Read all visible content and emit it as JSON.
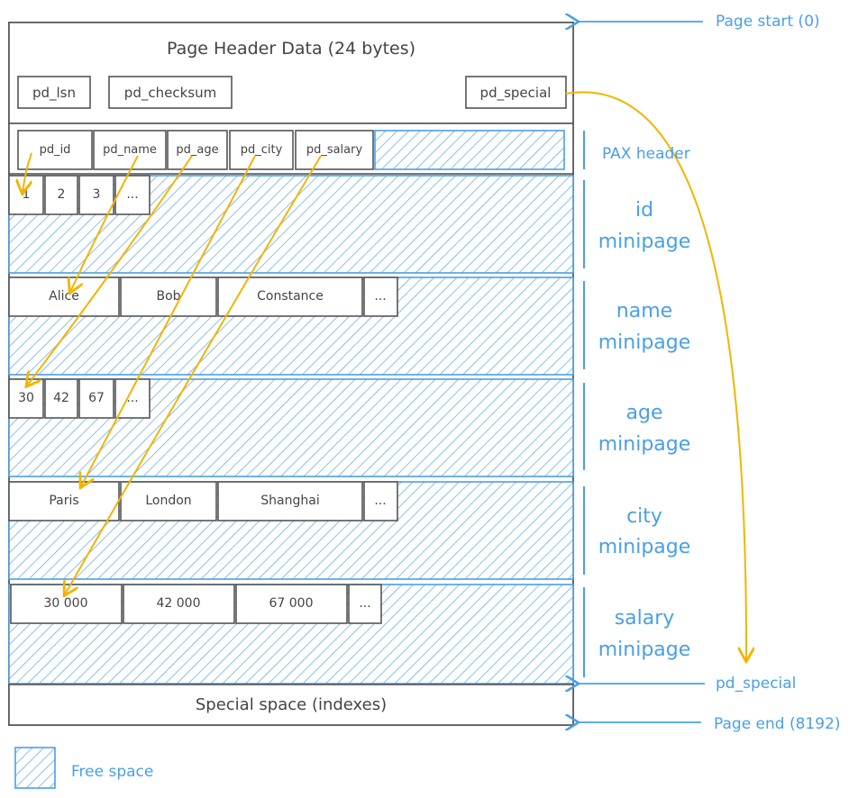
{
  "header": {
    "title": "Page Header Data (24 bytes)",
    "fields": [
      "pd_lsn",
      "pd_checksum",
      "pd_special"
    ]
  },
  "pax_header": {
    "fields": [
      "pd_id",
      "pd_name",
      "pd_age",
      "pd_city",
      "pd_salary"
    ],
    "label": "PAX header"
  },
  "minipages": [
    {
      "label_line1": "id",
      "label_line2": "minipage",
      "cells": [
        "1",
        "2",
        "3",
        "..."
      ]
    },
    {
      "label_line1": "name",
      "label_line2": "minipage",
      "cells": [
        "Alice",
        "Bob",
        "Constance",
        "..."
      ]
    },
    {
      "label_line1": "age",
      "label_line2": "minipage",
      "cells": [
        "30",
        "42",
        "67",
        "..."
      ]
    },
    {
      "label_line1": "city",
      "label_line2": "minipage",
      "cells": [
        "Paris",
        "London",
        "Shanghai",
        "..."
      ]
    },
    {
      "label_line1": "salary",
      "label_line2": "minipage",
      "cells": [
        "30 000",
        "42 000",
        "67 000",
        "..."
      ]
    }
  ],
  "special_space": "Special space (indexes)",
  "annotations": {
    "page_start": "Page start (0)",
    "pd_special": "pd_special",
    "page_end": "Page end (8192)"
  },
  "legend": {
    "free_space": "Free space"
  },
  "colors": {
    "accent": "#4a9fe8",
    "arrow": "#f4b400",
    "outline": "#555555"
  }
}
